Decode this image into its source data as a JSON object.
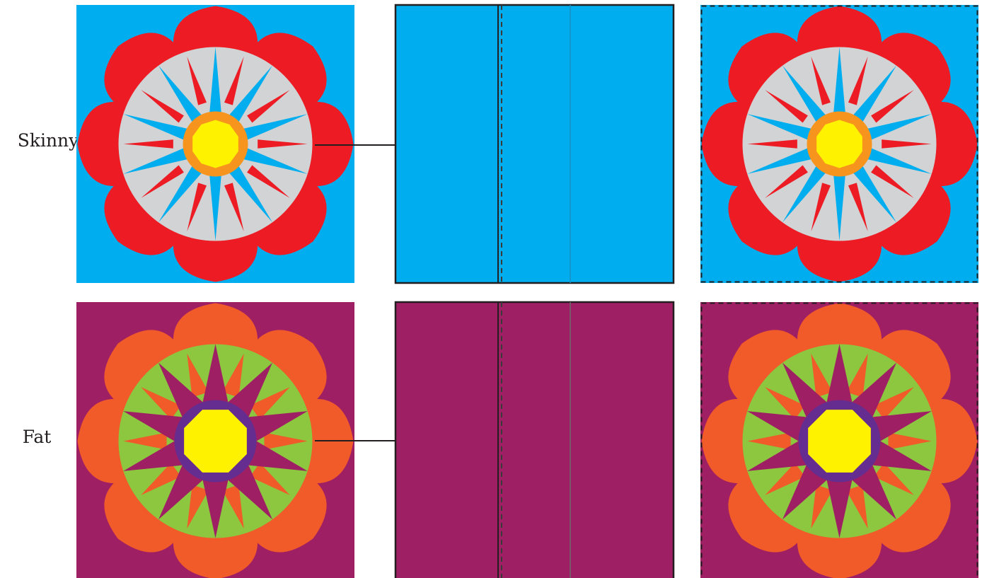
{
  "rows": [
    {
      "label": "Skinny",
      "colors": {
        "background": "#00aeef",
        "petals": "#ed1c24",
        "ring": "#d1d3d4",
        "star_points": "#00aeef",
        "inner_spikes": "#ed1c24",
        "center_ring": "#f7941d",
        "center": "#fff200"
      }
    },
    {
      "label": "Fat",
      "colors": {
        "background": "#9e1f63",
        "petals": "#f15a29",
        "ring": "#8dc63f",
        "star_points": "#9e1f63",
        "inner_spikes": "#f15a29",
        "center_ring": "#662d91",
        "center": "#fff200"
      }
    }
  ],
  "panels": [
    "original-block",
    "folded-background",
    "finished-block"
  ],
  "icons": {
    "arrow": "arrow-right-icon",
    "stitch_line": "dashed-stitch-line",
    "fold_line": "fold-line"
  },
  "colors": {
    "outline": "#231f20",
    "fold_dashed": "#3a3a3a",
    "fold_light_blue": "#1b8fc4",
    "fold_light_purple": "#6b6b6b"
  }
}
